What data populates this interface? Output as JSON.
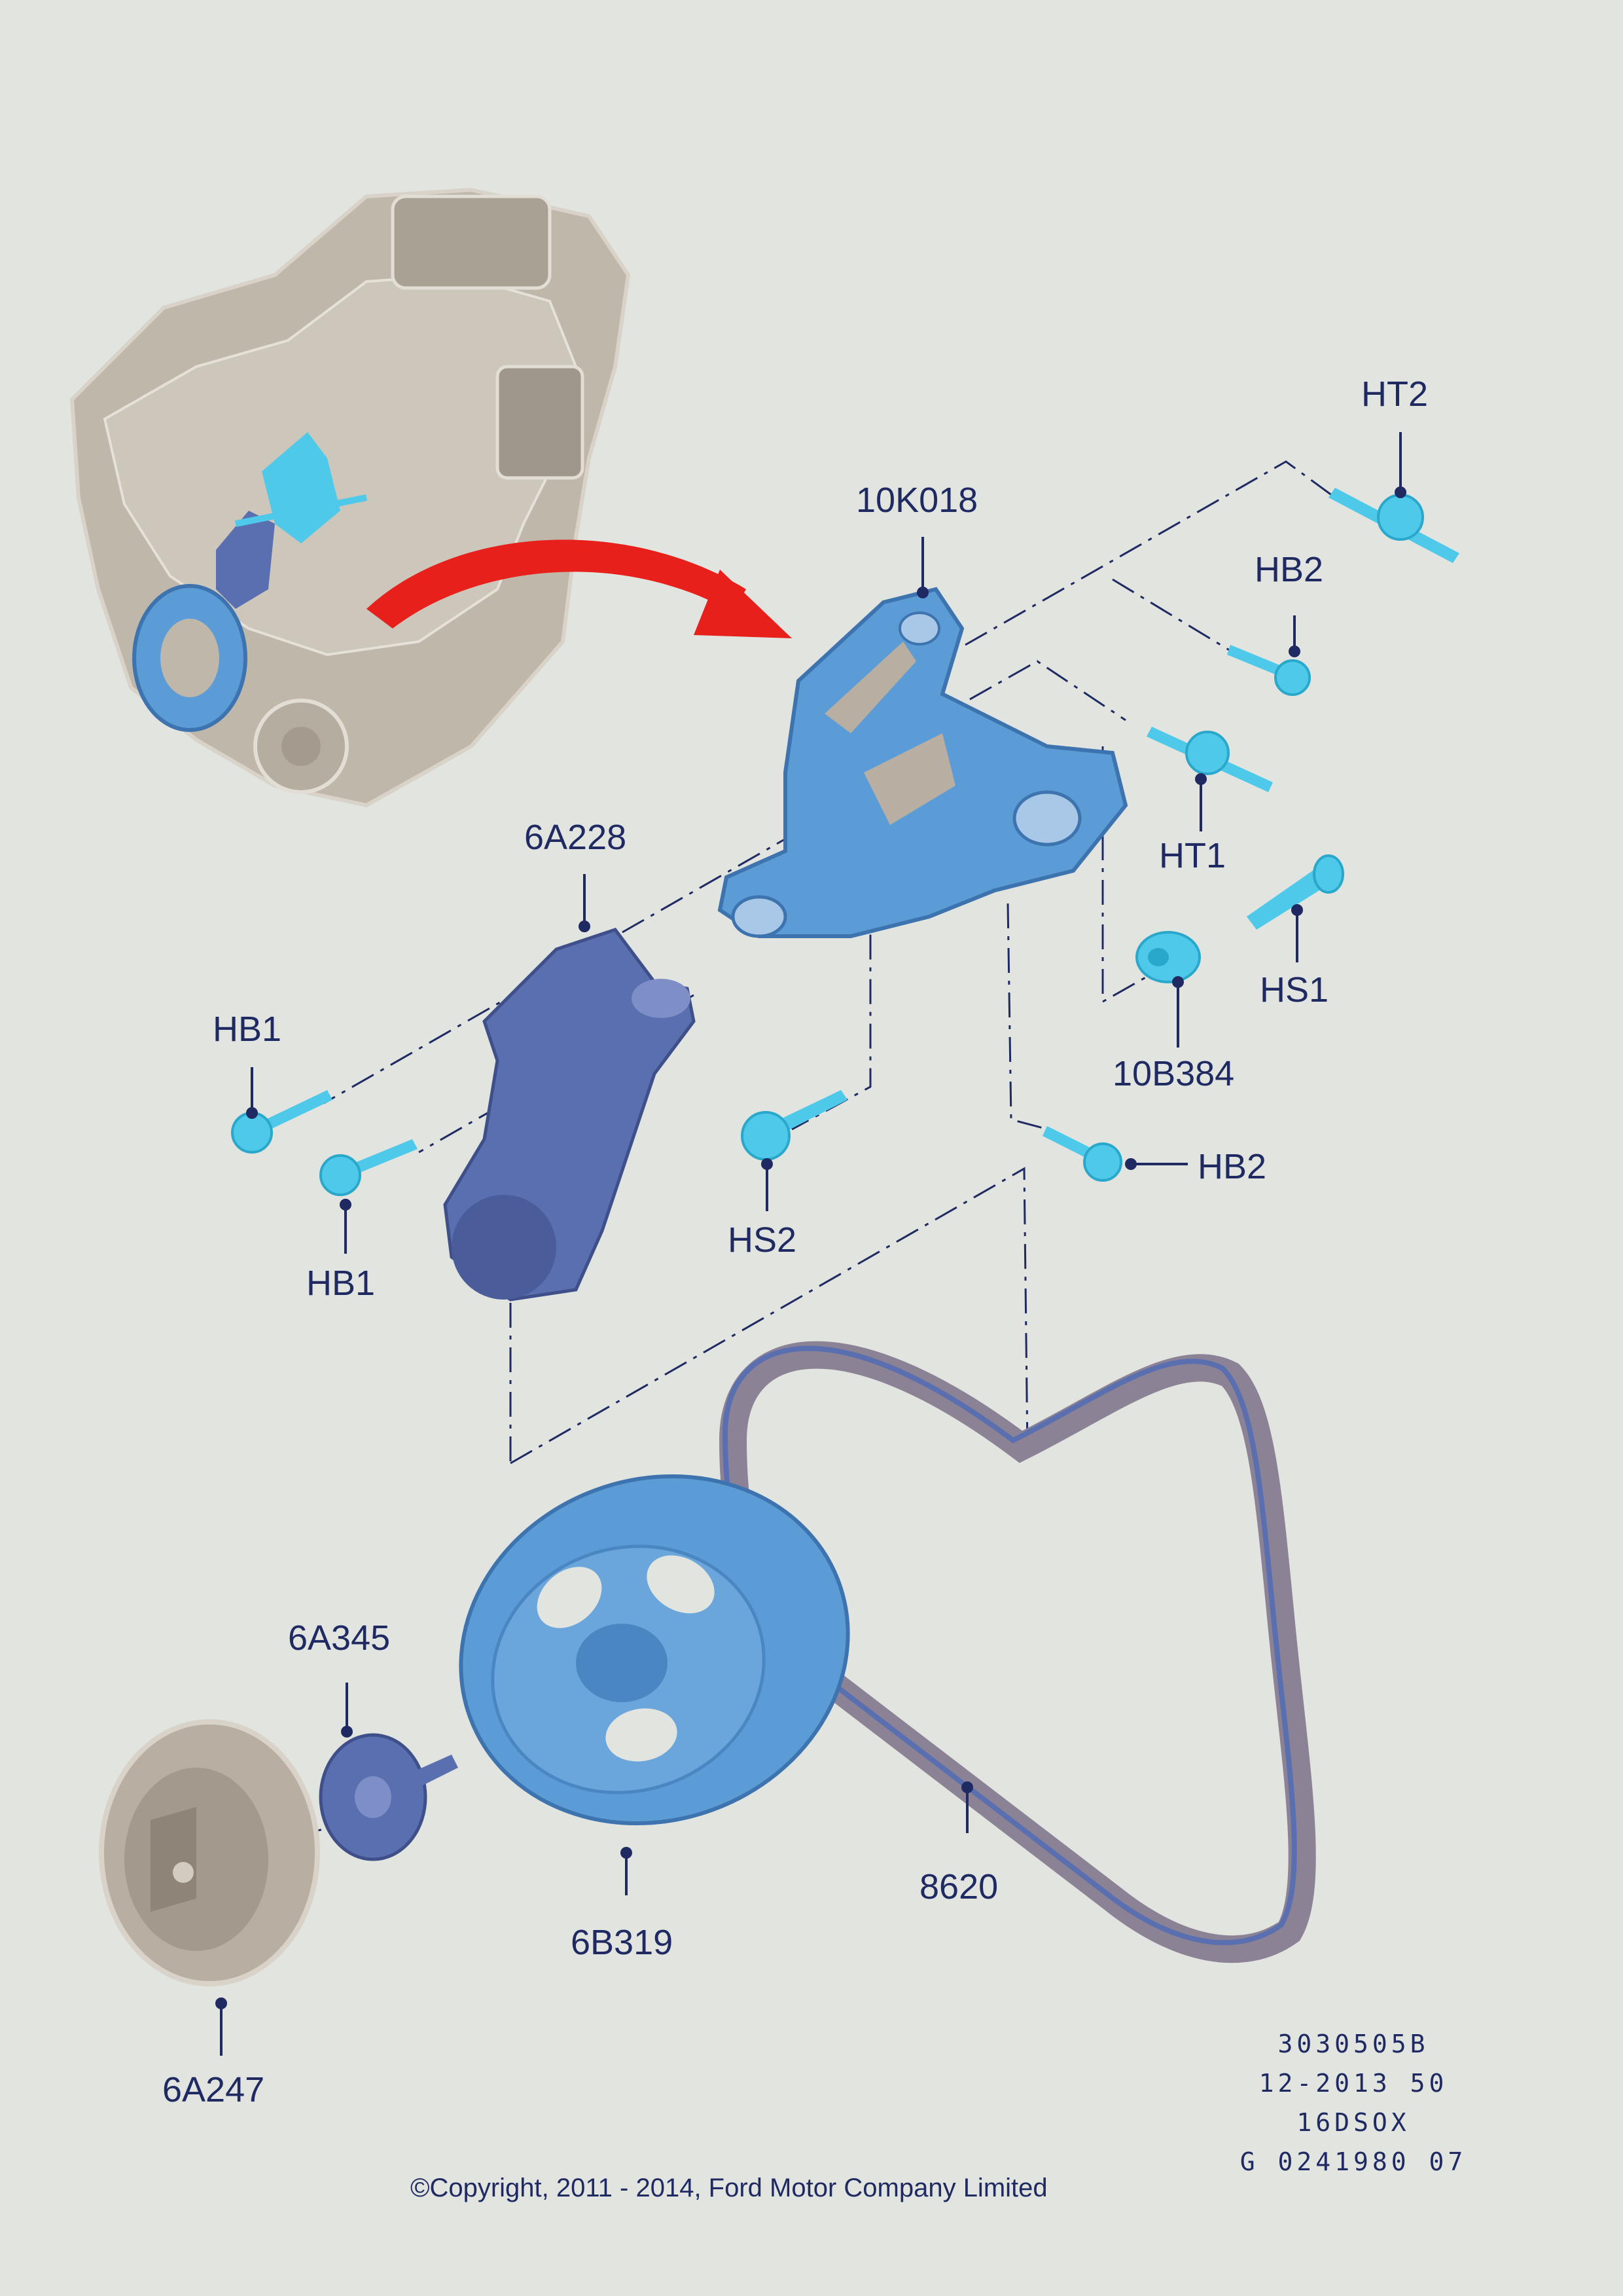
{
  "labels": {
    "ht2": "HT2",
    "k10k018": "10K018",
    "hb2_top": "HB2",
    "ht1": "HT1",
    "a6a228": "6A228",
    "hs1": "HS1",
    "b10b384": "10B384",
    "hb1_top": "HB1",
    "hb1_bottom": "HB1",
    "hs2": "HS2",
    "hb2_bottom": "HB2",
    "a6a345": "6A345",
    "b6b319": "6B319",
    "p8620": "8620",
    "a6a247": "6A247"
  },
  "reference_codes": [
    "3030505B",
    "12-2013 50",
    "16DSOX",
    "G 0241980 07"
  ],
  "copyright": "©Copyright, 2011 - 2014, Ford Motor Company Limited",
  "colors": {
    "background": "#e1e4df",
    "label": "#1f2a63",
    "highlight_part": "#4ec9ea",
    "pulley": "#5b9bd6",
    "tensioner": "#5a6fb0",
    "belt": "#8c8296",
    "engine": "#b8afa2",
    "arrow": "#e8201c"
  },
  "icons": [
    "curved-arrow-icon"
  ]
}
